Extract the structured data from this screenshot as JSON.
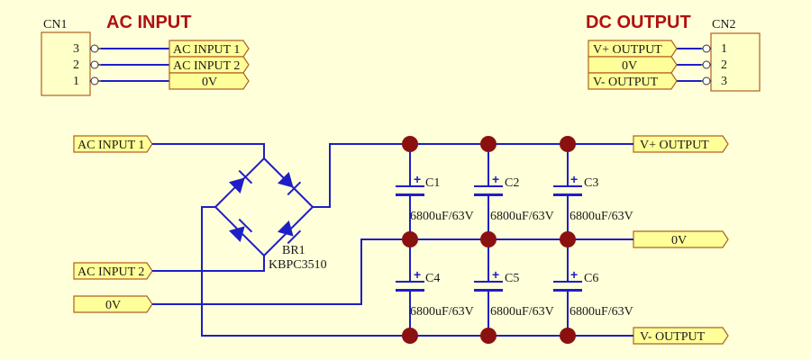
{
  "titles": {
    "ac_input": "AC INPUT",
    "dc_output": "DC OUTPUT"
  },
  "cn1": {
    "ref": "CN1",
    "pins": [
      "3",
      "2",
      "1"
    ],
    "labels": [
      "AC INPUT 1",
      "AC INPUT 2",
      "0V"
    ]
  },
  "cn2": {
    "ref": "CN2",
    "pins": [
      "1",
      "2",
      "3"
    ],
    "labels": [
      "V+ OUTPUT",
      "0V",
      "V- OUTPUT"
    ]
  },
  "bridge": {
    "ref": "BR1",
    "value": "KBPC3510"
  },
  "net_flags": {
    "ac_input_1": "AC INPUT 1",
    "ac_input_2": "AC INPUT 2",
    "zero_v_in": "0V",
    "v_plus_out": "V+ OUTPUT",
    "zero_v_out": "0V",
    "v_minus_out": "V- OUTPUT"
  },
  "capacitors": [
    {
      "ref": "C1",
      "value": "6800uF/63V"
    },
    {
      "ref": "C2",
      "value": "6800uF/63V"
    },
    {
      "ref": "C3",
      "value": "6800uF/63V"
    },
    {
      "ref": "C4",
      "value": "6800uF/63V"
    },
    {
      "ref": "C5",
      "value": "6800uF/63V"
    },
    {
      "ref": "C6",
      "value": "6800uF/63V"
    }
  ],
  "colors": {
    "background": "#FFFFD9",
    "wire": "#1E1EC8",
    "junction": "#8B1010",
    "title": "#B01010",
    "flag_fill": "#FFFF99"
  }
}
